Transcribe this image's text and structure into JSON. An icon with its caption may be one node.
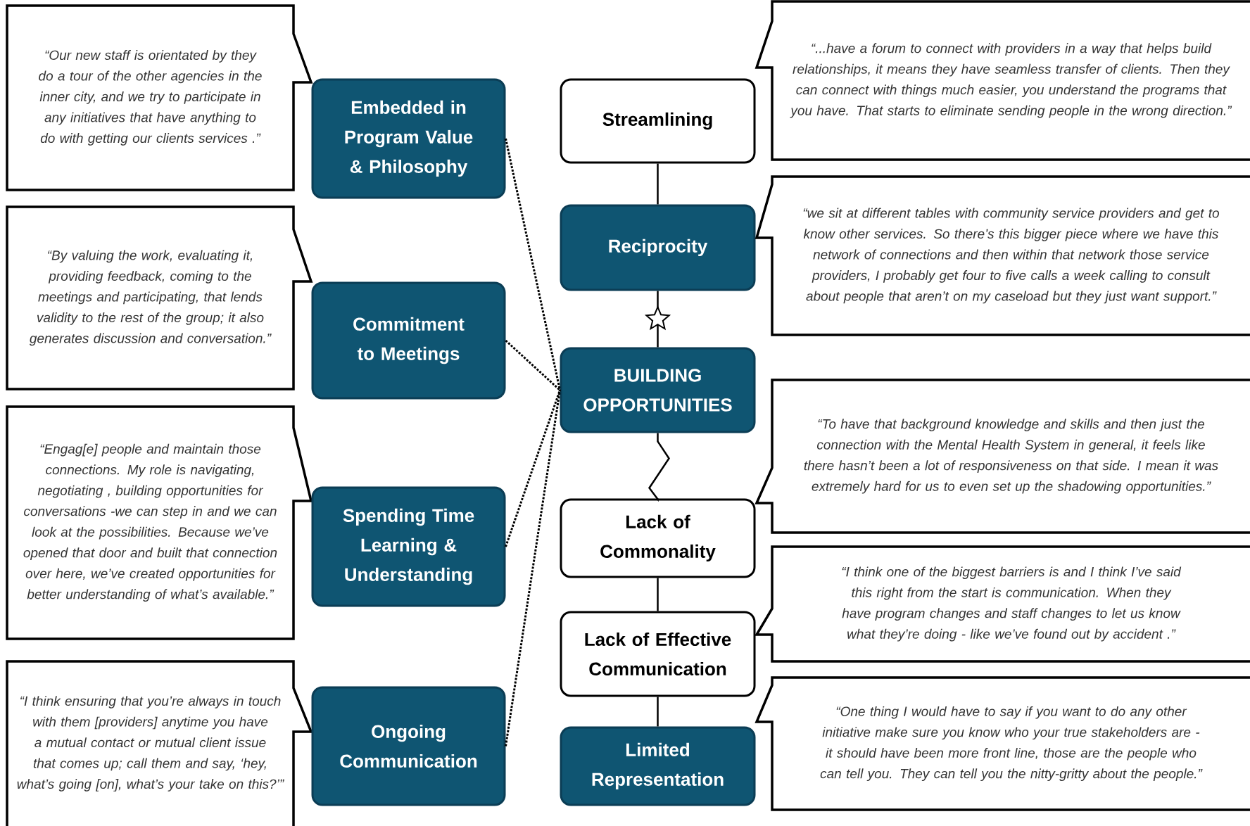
{
  "diagram": {
    "nodes": [
      {
        "text": [
          "“Our new staff is orientated by they do a tour of the other agencies in the inner city, and we try to participate in any initiatives that have anything to do with getting our clients services .”"
        ]
      },
      {
        "text": [
          "“By valuing the work, evaluating it, providing feedback, coming to the meetings and participating, that lends validity to the rest of the group; it also generates discussion and conversation.”"
        ]
      },
      {
        "text": [
          "“Engag[e] people and maintain those connections. My role is navigating, negotiating , building opportunities for conversations -we can step in and we can look at the possibilities. Because we’ve opened that door and built that connection over here, we’ve created opportunities for better understanding of what’s available.”"
        ]
      },
      {
        "text": [
          "“I think ensuring that you’re always in touch with them [providers] anytime you have a mutual contact or mutual client issue that comes up; call them and say, ‘hey, what’s going [on], what’s your take on this?’”"
        ]
      },
      {
        "text": [
          "Embedded in Program Value & Philosophy"
        ]
      },
      {
        "text": [
          "Commitment to Meetings"
        ]
      },
      {
        "text": [
          "Spending Time Learning & Understanding"
        ]
      },
      {
        "text": [
          "Ongoing Communication"
        ]
      },
      {
        "text": [
          "Streamlining"
        ]
      },
      {
        "text": [
          "Reciprocity"
        ]
      },
      {
        "text": [
          "BUILDING OPPORTUNITIES"
        ]
      },
      {
        "text": [
          "Lack of Commonality"
        ]
      },
      {
        "text": [
          "Lack of Effective Communication"
        ]
      },
      {
        "text": [
          "Limited Representation"
        ]
      },
      {
        "text": [
          "“...have a forum to connect with providers in a way that helps build relationships, it means they have seamless transfer of clients. Then they can connect with things much easier, you understand the programs that you have. That starts to eliminate sending people in the wrong direction.”"
        ]
      },
      {
        "text": [
          "“we sit at different tables with community service providers and get to know other services. So there’s this bigger piece where we have this network of connections and then within that network those service providers, I probably get four to five calls a week calling to consult about people that aren’t on my caseload but they just want support.”"
        ]
      },
      {
        "text": [
          "“To have that background knowledge and skills and then just the connection with the Mental Health System in general, it feels like there hasn’t been a lot of responsiveness on that side. I mean it was extremely hard for us to even set up the shadowing opportunities.”"
        ]
      },
      {
        "text": [
          "“I think one of the biggest barriers is and I think I’ve said this right from the start is communication. When they have program changes and staff changes to let us know what they’re doing - like we’ve found out by accident .”"
        ]
      },
      {
        "text": [
          "“One thing I would have to say if you want to do any other initiative make sure you know who your true stakeholders are - it should have been more front line, those are the people who can tell you. They can tell you the nitty-gritty about the people.”"
        ]
      }
    ],
    "edges": [
      {
        "from": 4,
        "to": 10,
        "arrow": "none",
        "style": "dashed"
      },
      {
        "from": 5,
        "to": 10,
        "arrow": "none",
        "style": "dashed"
      },
      {
        "from": 6,
        "to": 10,
        "arrow": "none",
        "style": "dashed"
      },
      {
        "from": 7,
        "to": 10,
        "arrow": "none",
        "style": "dashed"
      },
      {
        "from": 8,
        "to": 9,
        "arrow": "none"
      },
      {
        "from": 9,
        "to": 10,
        "arrow": "none"
      },
      {
        "from": 10,
        "to": 11,
        "arrow": "none"
      },
      {
        "from": 11,
        "to": 12,
        "arrow": "none"
      },
      {
        "from": 12,
        "to": 13,
        "arrow": "none"
      }
    ]
  }
}
